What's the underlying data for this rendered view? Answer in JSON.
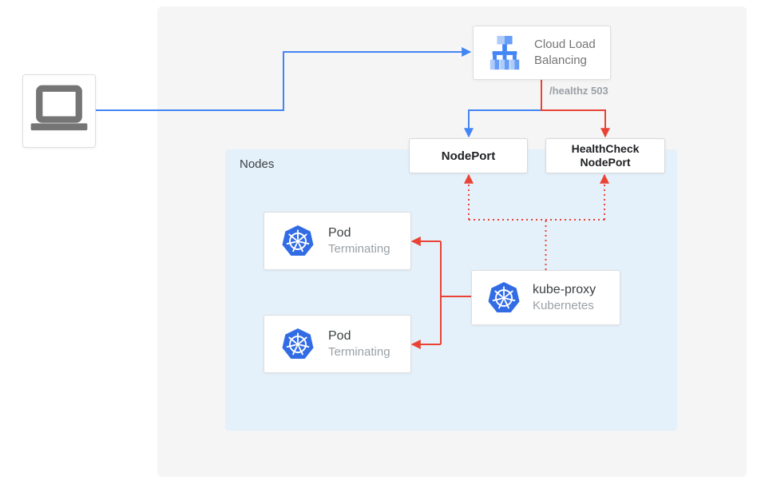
{
  "client": {
    "icon": "laptop"
  },
  "load_balancer": {
    "line1": "Cloud Load",
    "line2": "Balancing",
    "icon": "cloud-load-balancing"
  },
  "health_check_label": "/healthz 503",
  "node_port": {
    "label": "NodePort"
  },
  "health_check_node_port": {
    "line1": "HealthCheck",
    "line2": "NodePort"
  },
  "nodes": {
    "label": "Nodes"
  },
  "pods": [
    {
      "title": "Pod",
      "status": "Terminating",
      "icon": "kubernetes"
    },
    {
      "title": "Pod",
      "status": "Terminating",
      "icon": "kubernetes"
    }
  ],
  "kube_proxy": {
    "title": "kube-proxy",
    "subtitle": "Kubernetes",
    "icon": "kubernetes"
  },
  "colors": {
    "panel_bg": "#f5f5f5",
    "nodes_bg": "#e4f1fb",
    "blue_line": "#4285f4",
    "red_line": "#ea4335",
    "kubernetes_blue": "#326ce5",
    "clb_icon_light": "#aecbfa",
    "clb_icon_mid": "#669df6",
    "clb_icon_dark": "#4285f4",
    "laptop_gray": "#757575",
    "primary_text": "#3c4043",
    "secondary_text": "#9aa0a6"
  }
}
